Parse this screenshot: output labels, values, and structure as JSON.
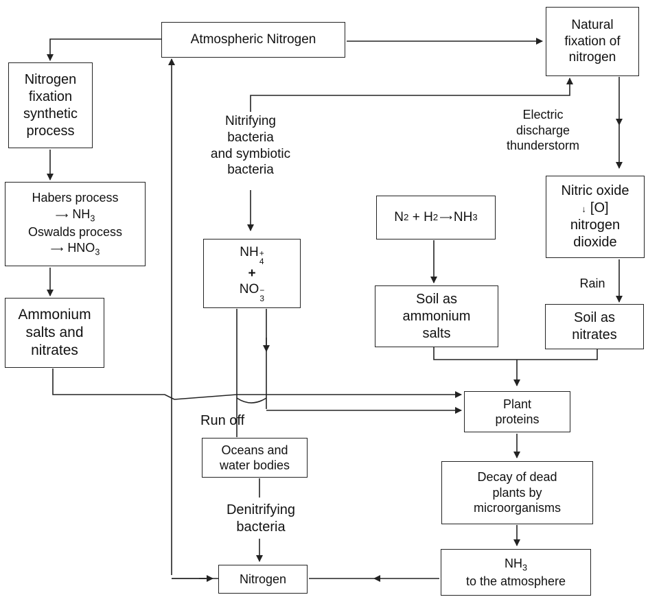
{
  "nodes": {
    "atmospheric_nitrogen": "Atmospheric Nitrogen",
    "synthetic_fixation": [
      "Nitrogen",
      "fixation",
      "synthetic",
      "process"
    ],
    "habers": "Habers process",
    "habers_product": "NH",
    "habers_product_sub": "3",
    "oswalds": "Oswalds process",
    "oswalds_product": "HNO",
    "oswalds_product_sub": "3",
    "ammonium_salts_nitrates": [
      "Ammonium",
      "salts and",
      "nitrates"
    ],
    "natural_fixation": [
      "Natural",
      "fixation of",
      "nitrogen"
    ],
    "nitric_oxide_box": {
      "line1": "Nitric oxide",
      "line2": "[O]",
      "line3": "nitrogen",
      "line4": "dioxide"
    },
    "haber_equation": {
      "n": "N",
      "n_sub": "2",
      "plus": " + H",
      "h_sub": "2",
      "product": "NH",
      "product_sub": "3"
    },
    "plus_sign": "+",
    "ions": {
      "nh": "NH",
      "nh_sub": "4",
      "nh_sup": "+",
      "plus": "+",
      "no": "NO",
      "no_sub": "3",
      "no_sup": "−"
    },
    "soil_ammonium": [
      "Soil as",
      "ammonium",
      "salts"
    ],
    "soil_nitrates": [
      "Soil as",
      "nitrates"
    ],
    "plant_proteins": [
      "Plant",
      "proteins"
    ],
    "decay": [
      "Decay of dead",
      "plants by",
      "microorganisms"
    ],
    "nh3_atmosphere": {
      "nh": "NH",
      "sub": "3",
      "line2": "to the atmosphere"
    },
    "oceans": [
      "Oceans and",
      "water bodies"
    ],
    "nitrogen_end": "Nitrogen"
  },
  "labels": {
    "nitrifying": [
      "Nitrifying",
      "bacteria",
      "and symbiotic",
      "bacteria"
    ],
    "electric": [
      "Electric",
      "discharge",
      "thunderstorm"
    ],
    "rain": "Rain",
    "run_off": "Run off",
    "denitrifying": [
      "Denitrifying",
      "bacteria"
    ]
  },
  "icons": {
    "arrow": "right-arrow-icon",
    "down_arrow": "down-arrow-icon"
  }
}
